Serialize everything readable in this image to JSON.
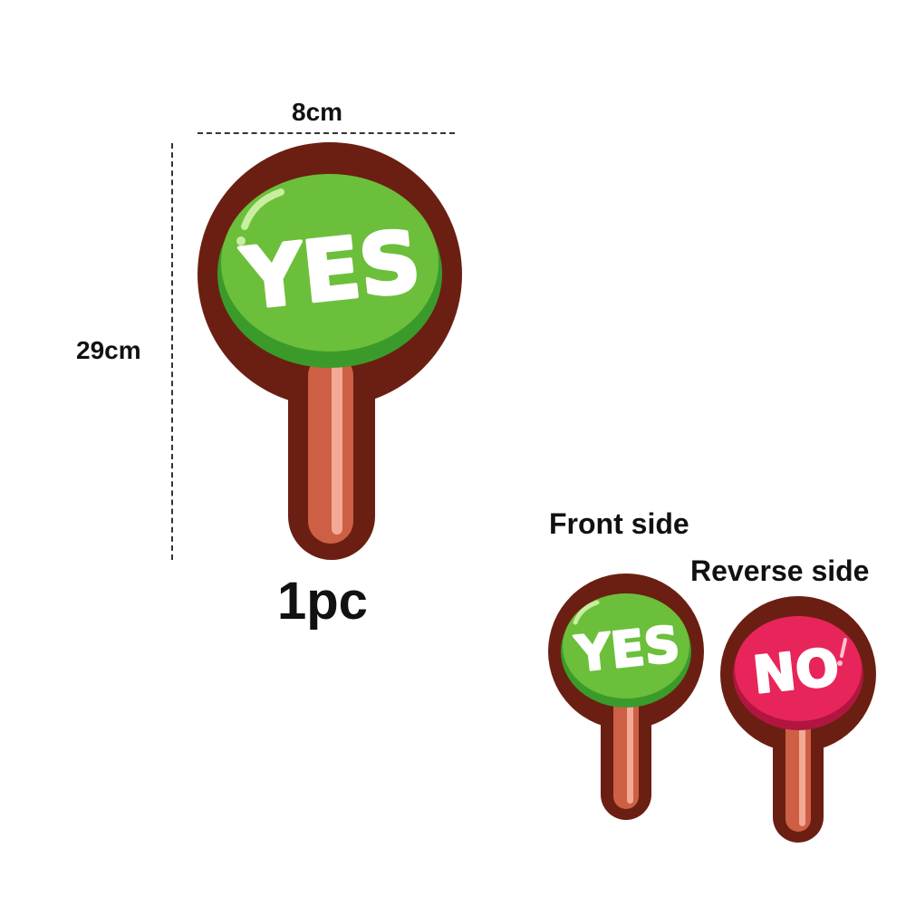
{
  "dimensions": {
    "width_label": "8cm",
    "height_label": "29cm"
  },
  "quantity_label": "1pc",
  "front_side_label": "Front side",
  "reverse_side_label": "Reverse side",
  "paddles": {
    "main": {
      "text": "YES",
      "color": "#6cbf3a"
    },
    "front": {
      "text": "YES",
      "color": "#6cbf3a"
    },
    "reverse": {
      "text": "NO",
      "color": "#e8255a"
    }
  },
  "colors": {
    "outline": "#6b1f12",
    "handle": "#cd5f45",
    "handle_highlight": "#f2a995",
    "yes_dark": "#3a9b2a",
    "no_dark": "#b01640"
  }
}
